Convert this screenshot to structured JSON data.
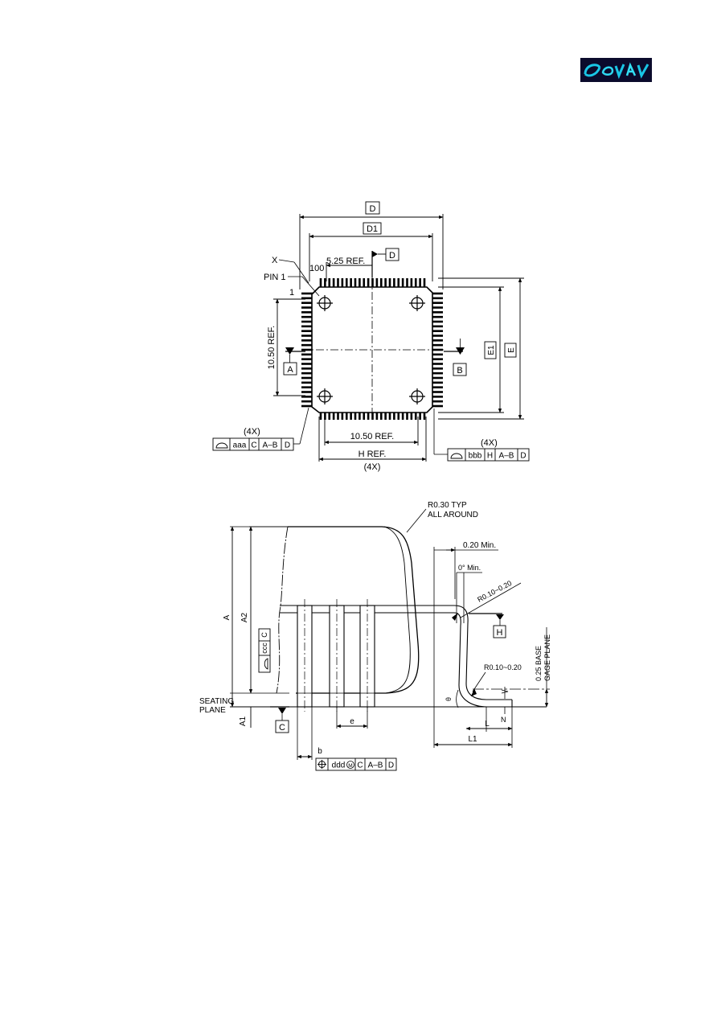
{
  "logo": {
    "alt": "manufacturer logo",
    "background": "#0b0b2c",
    "accent": "#19c6e6"
  },
  "top_view": {
    "dims": {
      "D": "D",
      "D1": "D1",
      "E": "E",
      "E1": "E1",
      "ref_525": "5.25 REF.",
      "datum_D": "D",
      "x_label": "X",
      "pin100": "100",
      "pin1_label": "PIN 1",
      "pin1_num": "1",
      "ref_1050_vertical": "10.50 REF.",
      "ref_1050_horizontal": "10.50 REF.",
      "h_ref": "H REF.",
      "four_x_bottom": "(4X)",
      "datum_A": "A",
      "datum_B": "B"
    },
    "fcf_left": {
      "count": "(4X)",
      "tolerance": "aaa",
      "ref1": "C",
      "ref2": "A–B",
      "ref3": "D"
    },
    "fcf_right": {
      "count": "(4X)",
      "tolerance": "bbb",
      "ref1": "H",
      "ref2": "A–B",
      "ref3": "D"
    }
  },
  "side_view": {
    "r030": "R0.30 TYP",
    "all_around": "ALL AROUND",
    "min020": "0.20 Min.",
    "min0deg": "0° Min.",
    "r010_020_upper": "R0.10~0.20",
    "r010_020_lower": "R0.10~0.20",
    "datum_H": "H",
    "base_025": "0.25 BASE",
    "gage_plane": "GAGE PLANE",
    "A": "A",
    "A2": "A2",
    "A1": "A1",
    "seating": "SEATING",
    "plane": "PLANE",
    "datum_C": "C",
    "e": "e",
    "b": "b",
    "L": "L",
    "L1": "L1",
    "N": "N",
    "theta": "θ",
    "fcf_ccc": {
      "tolerance": "ccc",
      "ref1": "C"
    },
    "fcf_ddd": {
      "tolerance": "ddd",
      "modifier": "M",
      "ref1": "C",
      "ref2": "A–B",
      "ref3": "D"
    }
  }
}
